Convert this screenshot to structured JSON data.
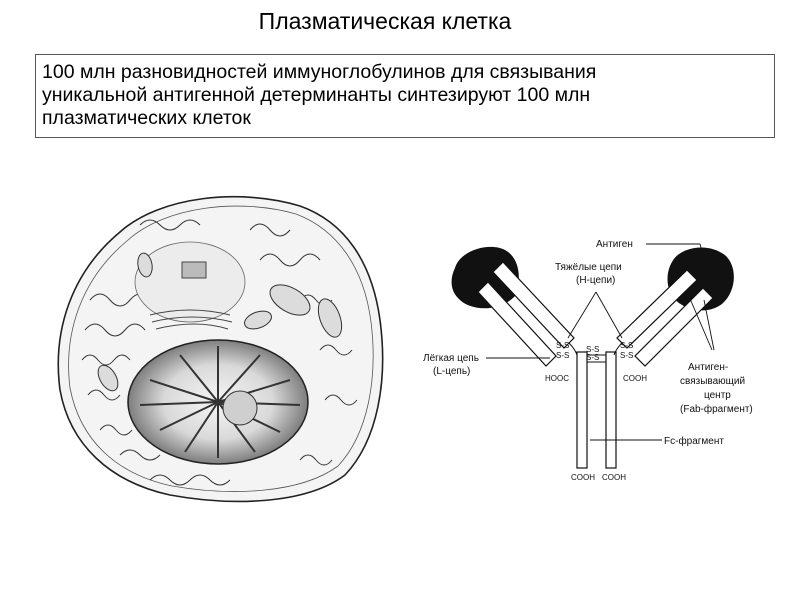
{
  "slide": {
    "title": "Плазматическая клетка",
    "text_lines": [
      "100 млн разновидностей иммуноглобулинов для связывания",
      "уникальной антигенной детерминанты синтезируют 100 млн",
      "плазматических клеток"
    ]
  },
  "antibody": {
    "antigen": "Антиген",
    "heavy_chains_1": "Тяжёлые цепи",
    "heavy_chains_2": "(Н-цепи)",
    "light_chain_1": "Лёгкая цепь",
    "light_chain_2": "(L-цепь)",
    "binding_1": "Антиген-",
    "binding_2": "связывающий",
    "binding_3": "центр",
    "binding_4": "(Fab-фрагмент)",
    "fc": "Fc-фрагмент",
    "hooc": "HOOC",
    "cooh": "COOH",
    "ss": "S-S"
  },
  "colors": {
    "ink": "#111111",
    "cell_fill": "#f4f4f4",
    "nucleus": "#9a9a9a",
    "antigen": "#111111"
  }
}
